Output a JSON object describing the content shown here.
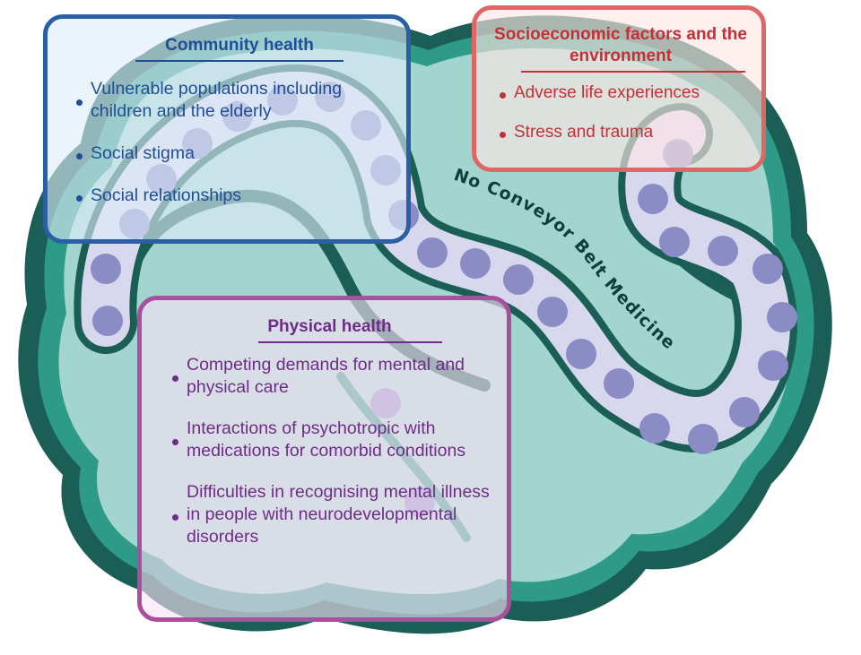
{
  "boxes": {
    "community": {
      "title": "Community health",
      "items": [
        "Vulnerable populations including children and the elderly",
        "Social stigma",
        "Social relationships"
      ]
    },
    "socioeconomic": {
      "title": "Socioeconomic factors and the environment",
      "items": [
        "Adverse life experiences",
        "Stress and trauma"
      ]
    },
    "physical": {
      "title": "Physical health",
      "items": [
        "Competing demands for mental and physical care",
        "Interactions of psychotropic with medications for comorbid conditions",
        "Difficulties in recognising mental illness in people with neurodevelopmental disorders"
      ]
    }
  },
  "belt_label": "No Conveyor Belt Medicine",
  "colors": {
    "organ_outer": "#1a5e55",
    "organ_mid": "#2e9a88",
    "organ_fill": "#a2d5d0",
    "belt_track": "#d7d8ee",
    "belt_dot": "#8b8bc6",
    "community": "#2a5fa5",
    "socioeconomic": "#e06666",
    "physical": "#a84f9e"
  }
}
